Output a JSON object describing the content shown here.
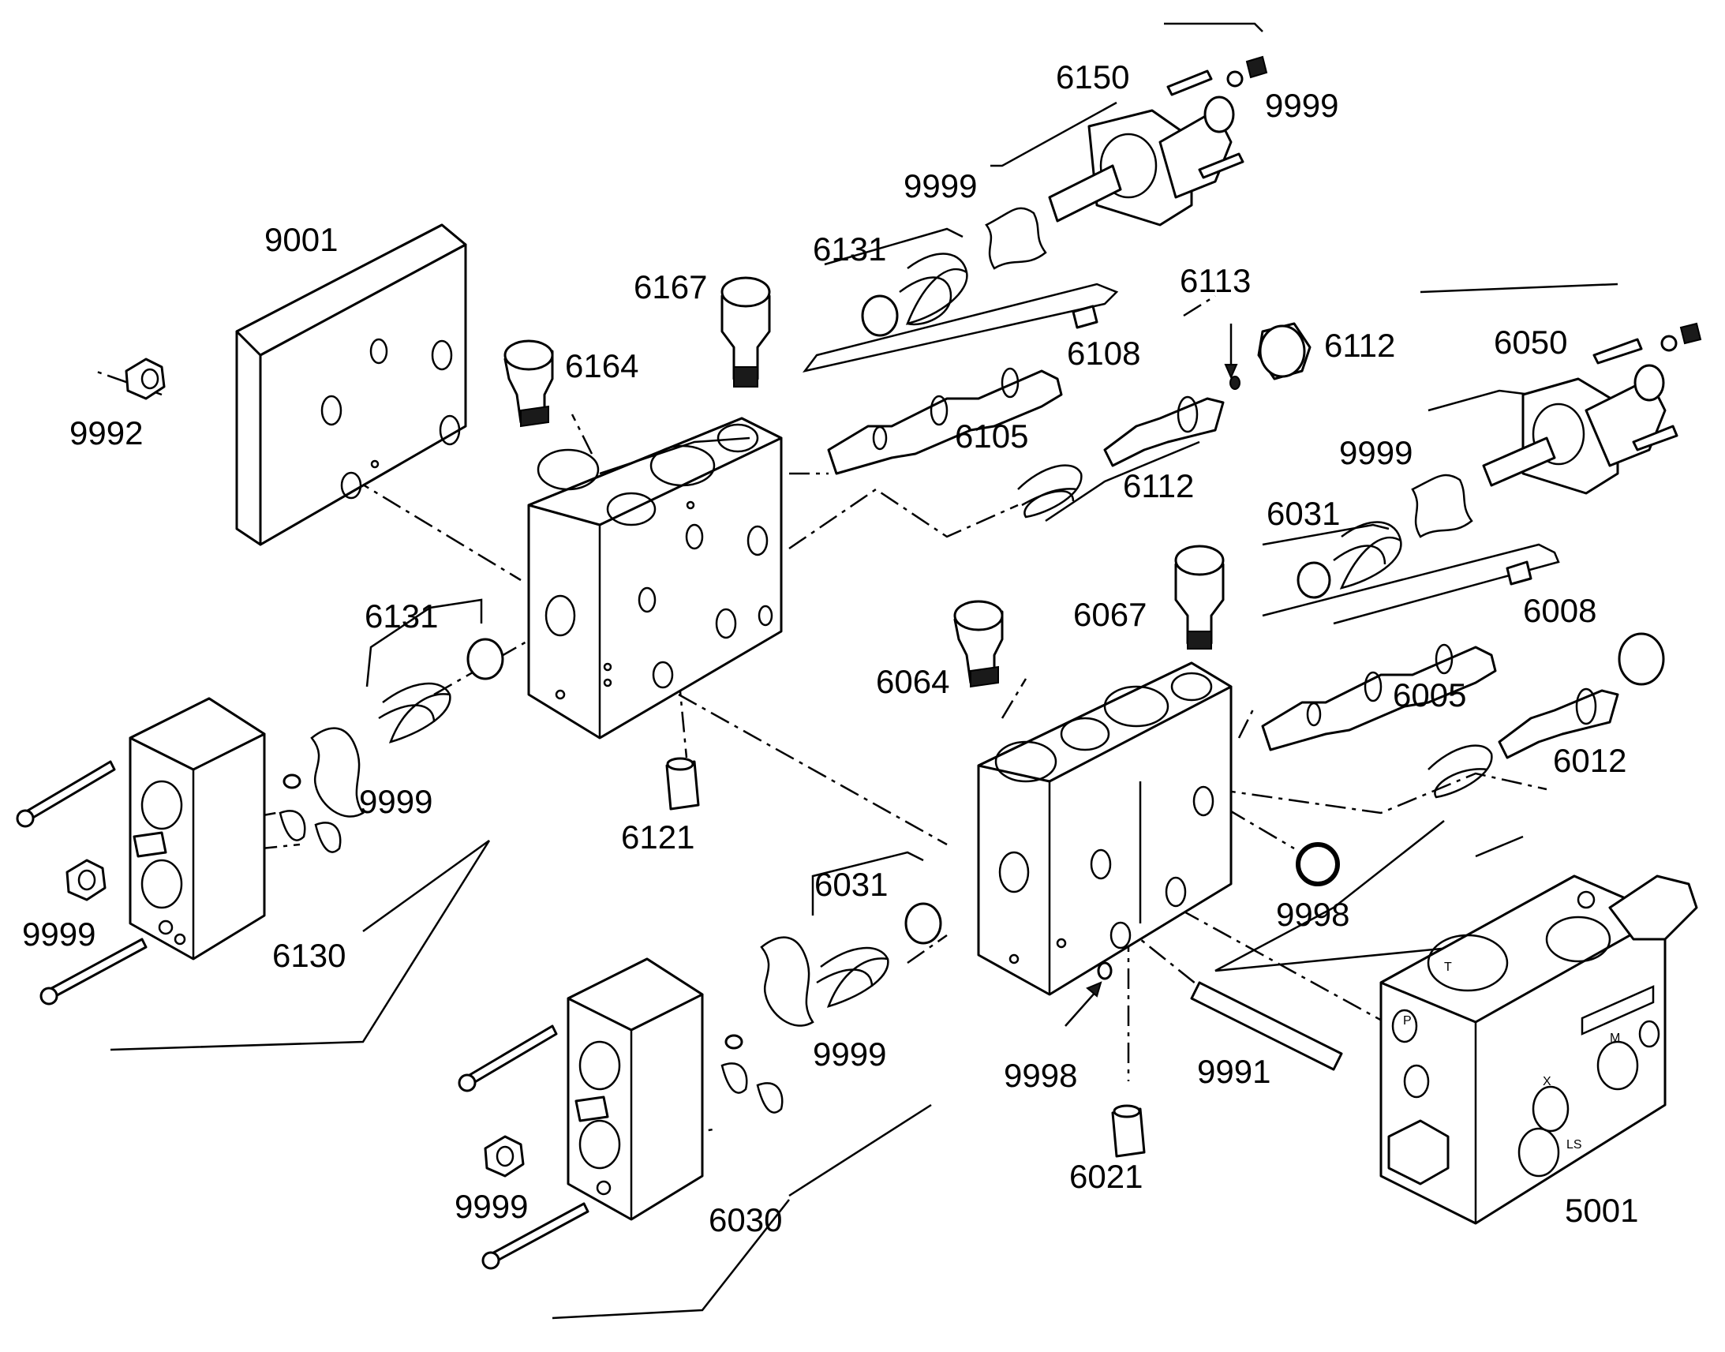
{
  "labels": {
    "p9001": "9001",
    "p9992": "9992",
    "p6167": "6167",
    "p6164": "6164",
    "p6131_top": "6131",
    "p6150": "6150",
    "p9999_top_right": "9999",
    "p9999_top_oring": "9999",
    "p6113": "6113",
    "p6112_plug": "6112",
    "p6108": "6108",
    "p6105": "6105",
    "p6112_poppet": "6112",
    "p6050": "6050",
    "p9999_mid_oring": "9999",
    "p6031_top": "6031",
    "p6008": "6008",
    "p6067": "6067",
    "p6064": "6064",
    "p6005": "6005",
    "p6012": "6012",
    "p6131_left": "6131",
    "p9999_left_oring": "9999",
    "p9999_left_nut": "9999",
    "p6130": "6130",
    "p6121": "6121",
    "p6031_bottom": "6031",
    "p9998_right": "9998",
    "p9999_bottom_oring": "9999",
    "p9998_bottom": "9998",
    "p9991": "9991",
    "p9999_bottom_nut": "9999",
    "p6030": "6030",
    "p6021": "6021",
    "p5001": "5001"
  },
  "port_marks": {
    "mark_p": "P",
    "mark_m": "M",
    "mark_x": "X",
    "mark_ls": "LS",
    "mark_t": "T"
  },
  "colors": {
    "line": "#000000",
    "background": "#ffffff"
  }
}
